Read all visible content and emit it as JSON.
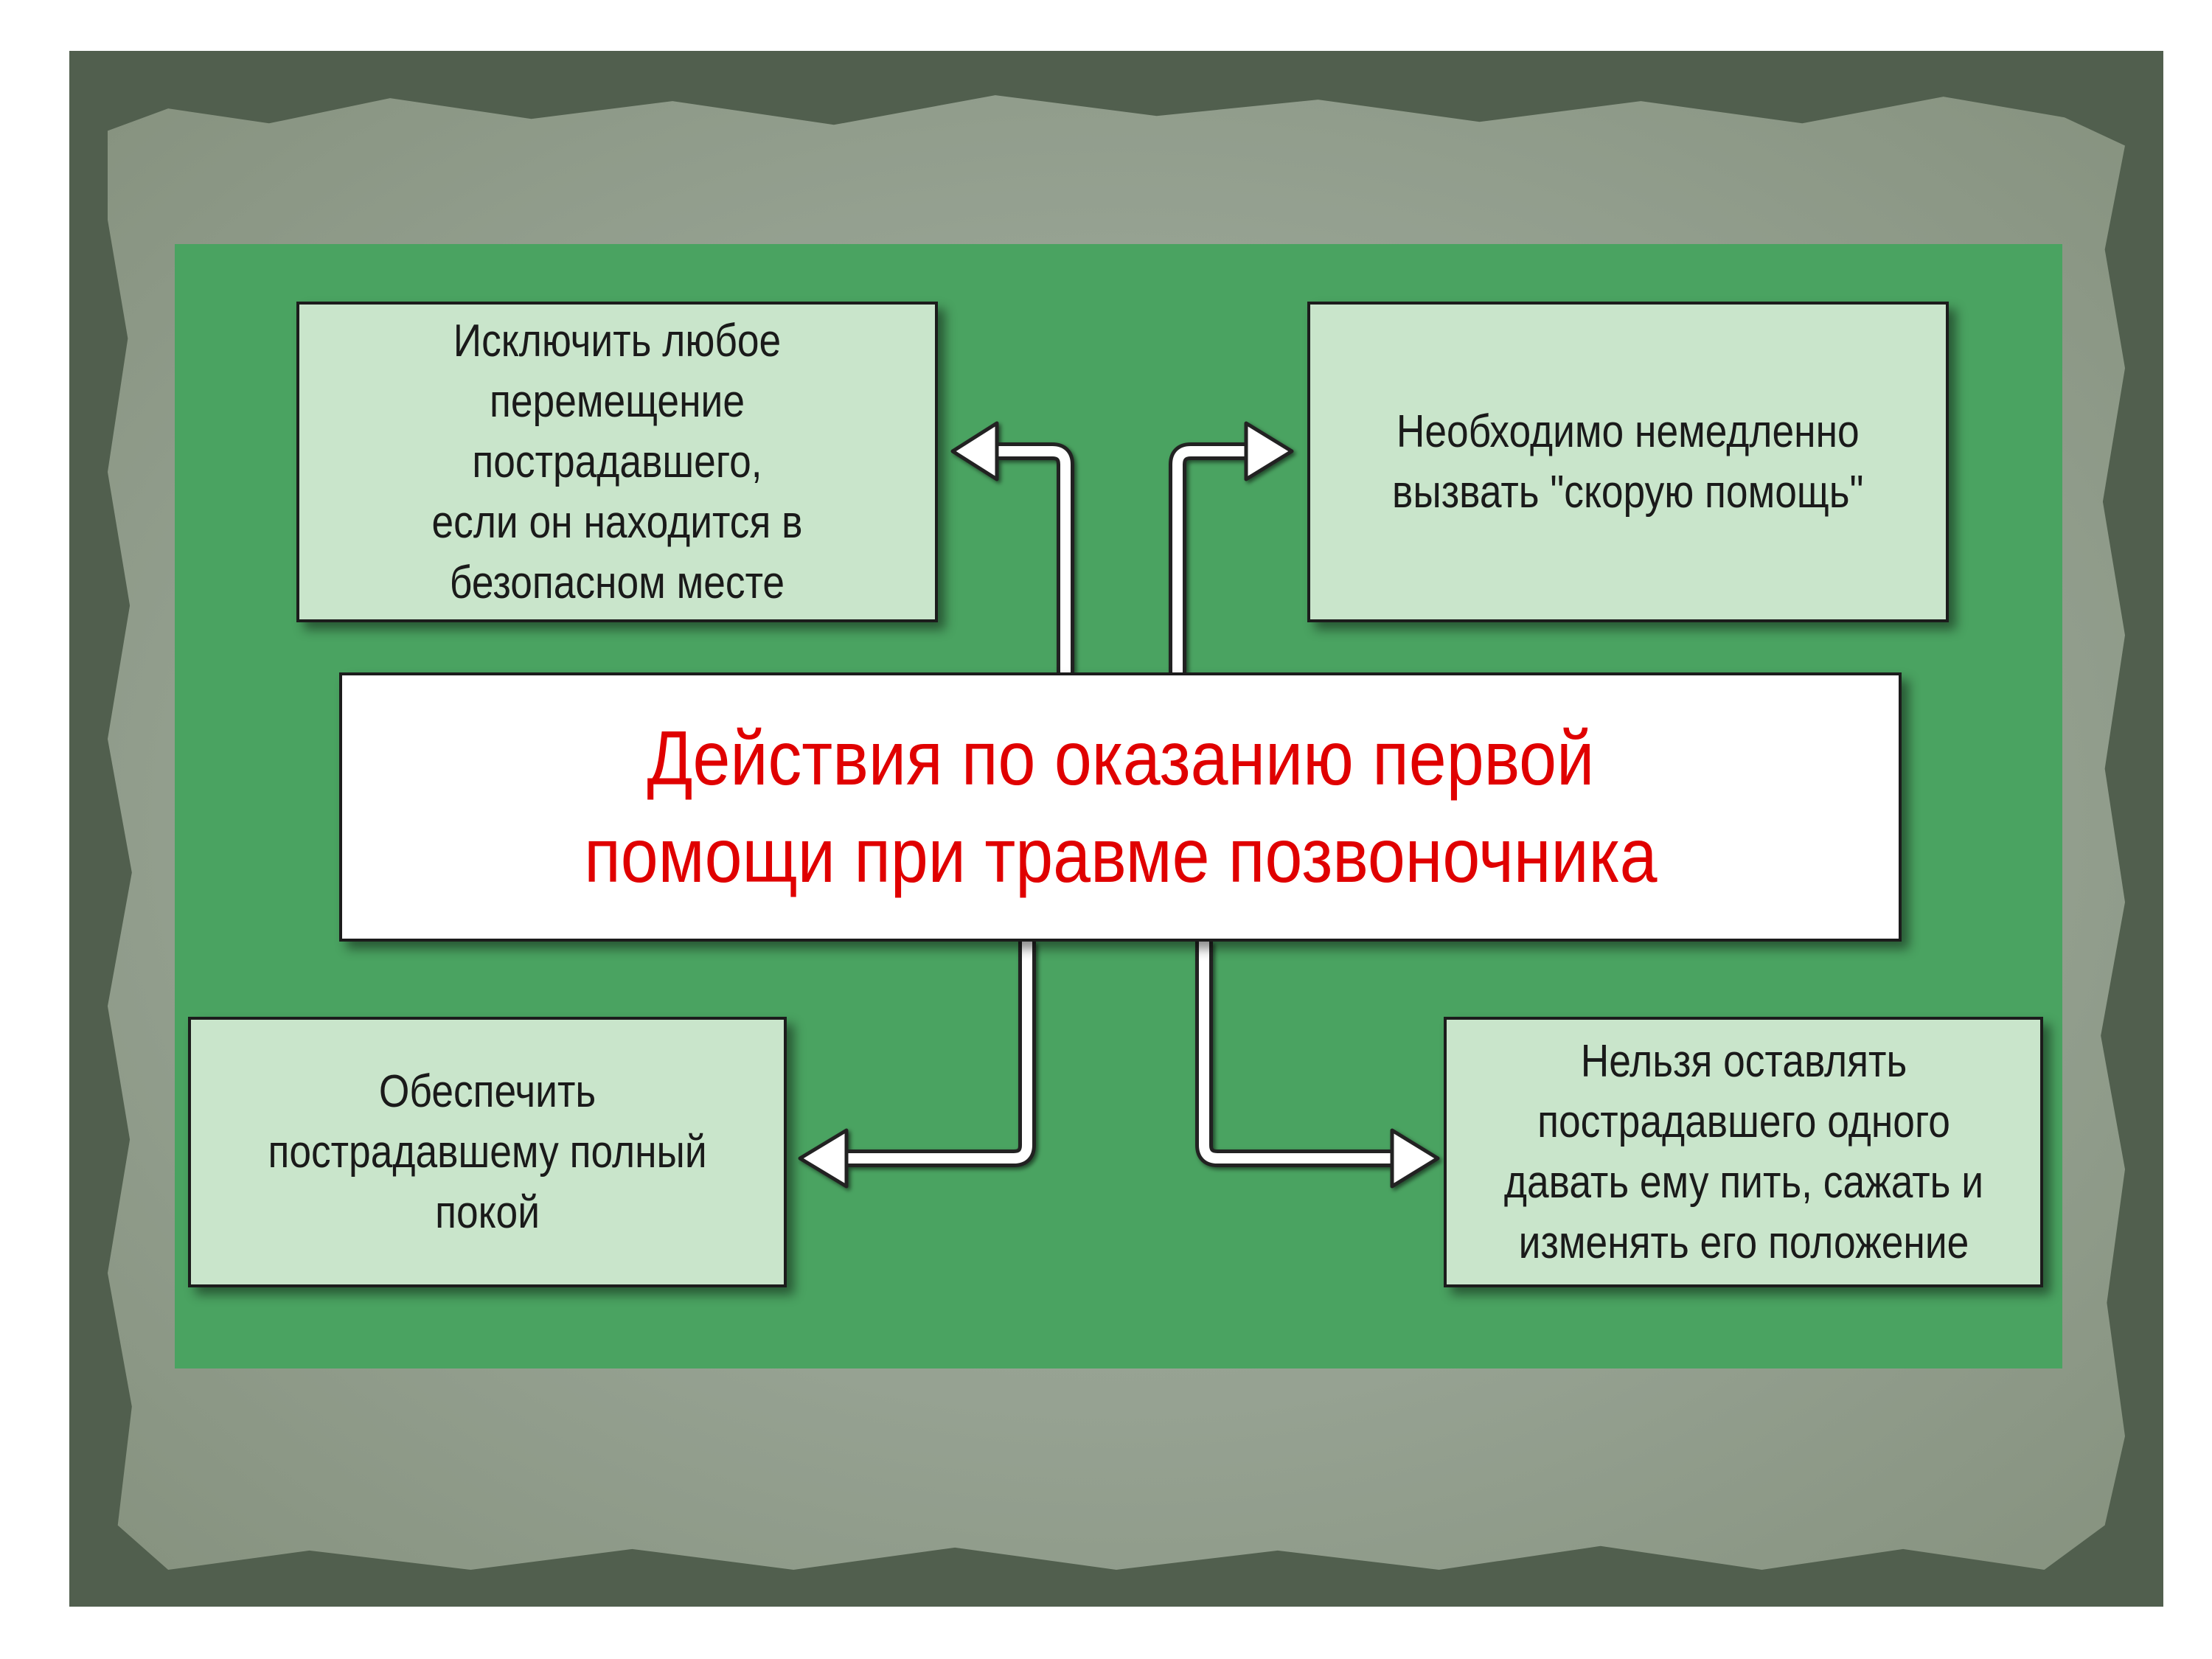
{
  "diagram": {
    "title": "Действия по оказанию первой\nпомощи при травме позвоночника",
    "boxes": {
      "top_left": "Исключить любое\nперемещение пострадавшего,\nесли он находится в\nбезопасном месте",
      "top_right": "Необходимо немедленно\nвызвать \"скорую помощь\"",
      "bottom_left": "Обеспечить\nпострадавшему полный\nпокой",
      "bottom_right": "Нельзя оставлять\nпострадавшего одного\nдавать ему пить, сажать и\nизменять его положение"
    },
    "colors": {
      "background_green": "#4aa361",
      "box_fill": "#c9e5cb",
      "title_red": "#e00000",
      "arrow_white": "#ffffff"
    }
  }
}
